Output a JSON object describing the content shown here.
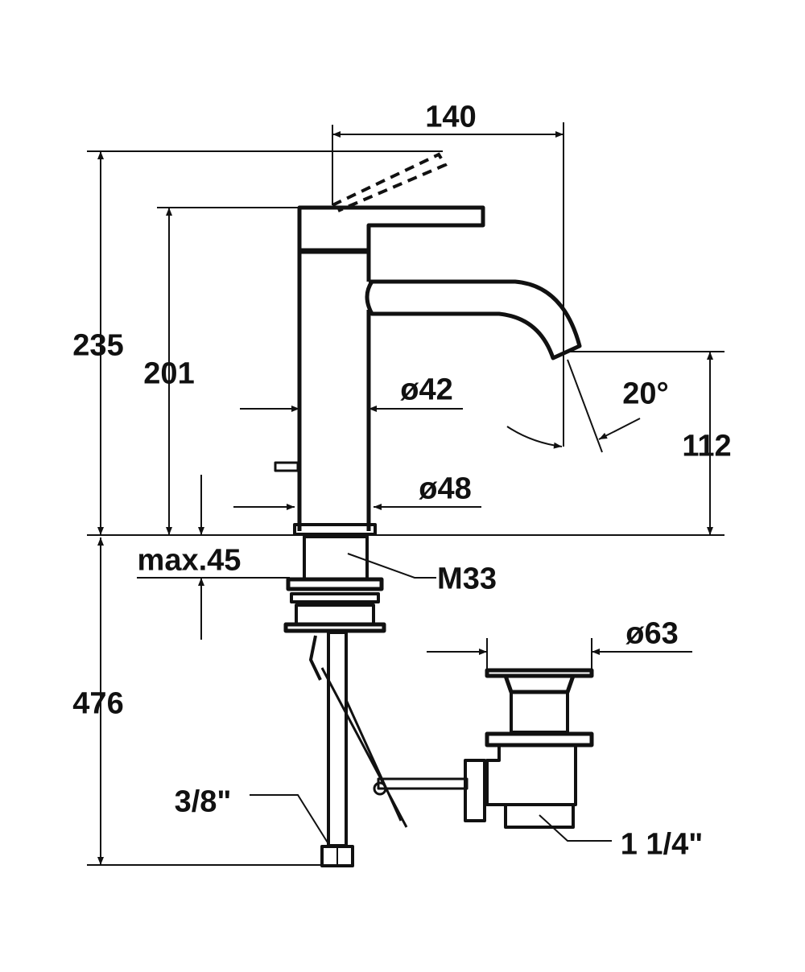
{
  "title": "Basin mixer technical drawing",
  "dimensions": {
    "width_reach": "140",
    "total_height": "235",
    "body_height": "201",
    "spout_height": "112",
    "body_diameter": "ø42",
    "base_diameter": "ø48",
    "spout_angle": "20°",
    "max_thickness": "max.45",
    "thread": "M33",
    "below_length": "476",
    "hose_connection": "3/8\"",
    "waste_diameter": "ø63",
    "waste_outlet": "1 1/4\""
  },
  "colors": {
    "line": "#111111",
    "background": "#ffffff"
  }
}
